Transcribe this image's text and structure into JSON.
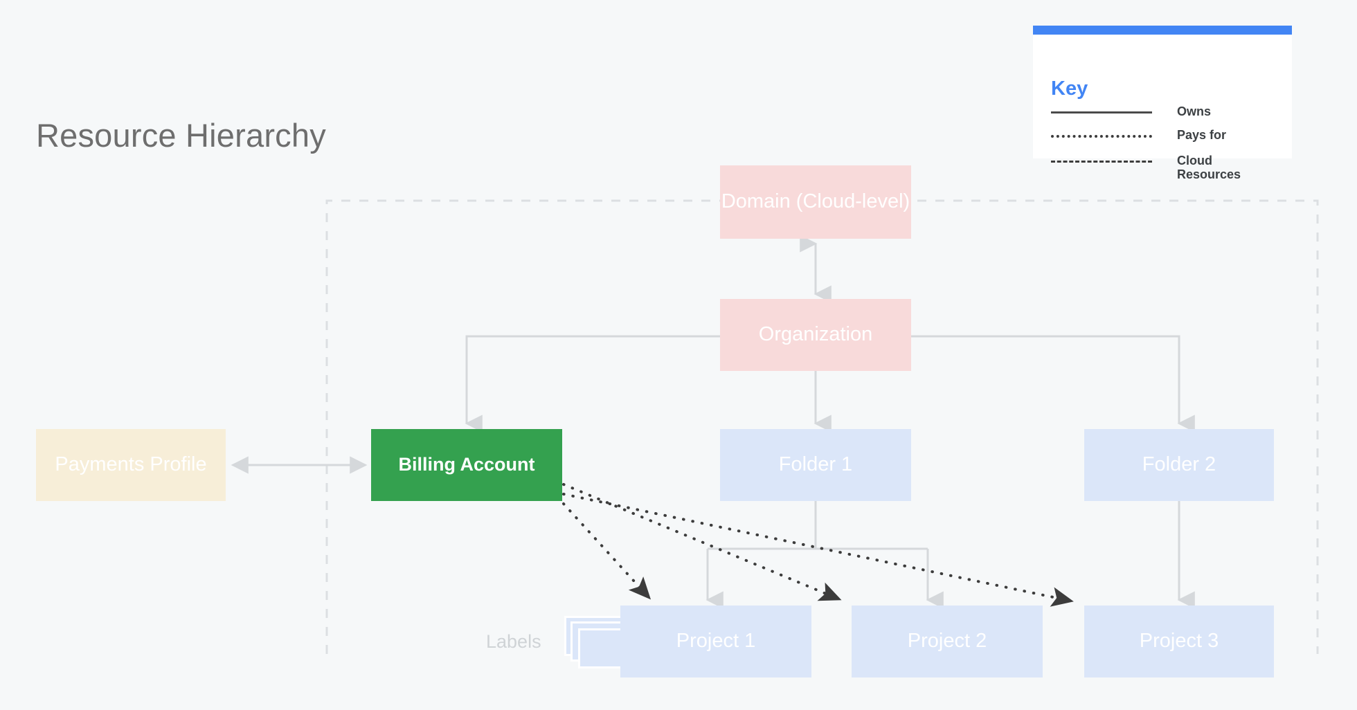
{
  "page": {
    "title": "Resource Hierarchy",
    "background_color": "#f6f8f9",
    "title_color": "#6e6e6e"
  },
  "key": {
    "title": "Key",
    "title_color": "#4285f4",
    "topbar_color": "#4285f4",
    "rows": [
      {
        "style": "solid",
        "label": "Owns"
      },
      {
        "style": "dotted",
        "label": "Pays for"
      },
      {
        "style": "dashed",
        "label": "Cloud\nResources"
      }
    ]
  },
  "boundary": {
    "name": "cloud-resources-boundary",
    "style": "dashed",
    "color": "#dcdfe2"
  },
  "nodes": {
    "domain": {
      "label": "Domain (Cloud-level)",
      "color": "#f8dada",
      "text_color": "#ffffff"
    },
    "organization": {
      "label": "Organization",
      "color": "#f8dada",
      "text_color": "#ffffff"
    },
    "billing": {
      "label": "Billing Account",
      "color": "#34a14f",
      "text_color": "#ffffff"
    },
    "payments": {
      "label": "Payments Profile",
      "color": "#f7eed8",
      "text_color": "#ffffff"
    },
    "folder1": {
      "label": "Folder 1",
      "color": "#dbe6f9",
      "text_color": "#ffffff"
    },
    "folder2": {
      "label": "Folder 2",
      "color": "#dbe6f9",
      "text_color": "#ffffff"
    },
    "project1": {
      "label": "Project 1",
      "color": "#dbe6f9",
      "text_color": "#ffffff"
    },
    "project2": {
      "label": "Project 2",
      "color": "#dbe6f9",
      "text_color": "#ffffff"
    },
    "project3": {
      "label": "Project 3",
      "color": "#dbe6f9",
      "text_color": "#ffffff"
    }
  },
  "labels": {
    "caption": "Labels",
    "caption_color": "#cfd3d6",
    "stack_count": 3
  },
  "connections": {
    "owns_color": "#d5d8db",
    "pays_for_color": "#3c3c3c",
    "owns": [
      {
        "from": "domain",
        "to": "organization",
        "arrows": "both"
      },
      {
        "from": "organization",
        "to": "billing",
        "arrows": "to"
      },
      {
        "from": "organization",
        "to": "folder1",
        "arrows": "to"
      },
      {
        "from": "organization",
        "to": "folder2",
        "arrows": "to"
      },
      {
        "from": "folder1",
        "to": "project1",
        "arrows": "to"
      },
      {
        "from": "folder1",
        "to": "project2",
        "arrows": "to"
      },
      {
        "from": "folder2",
        "to": "project3",
        "arrows": "to"
      },
      {
        "from": "payments",
        "to": "billing",
        "arrows": "both"
      }
    ],
    "pays_for": [
      {
        "from": "billing",
        "to": "project1"
      },
      {
        "from": "billing",
        "to": "project2"
      },
      {
        "from": "billing",
        "to": "project3"
      }
    ]
  }
}
